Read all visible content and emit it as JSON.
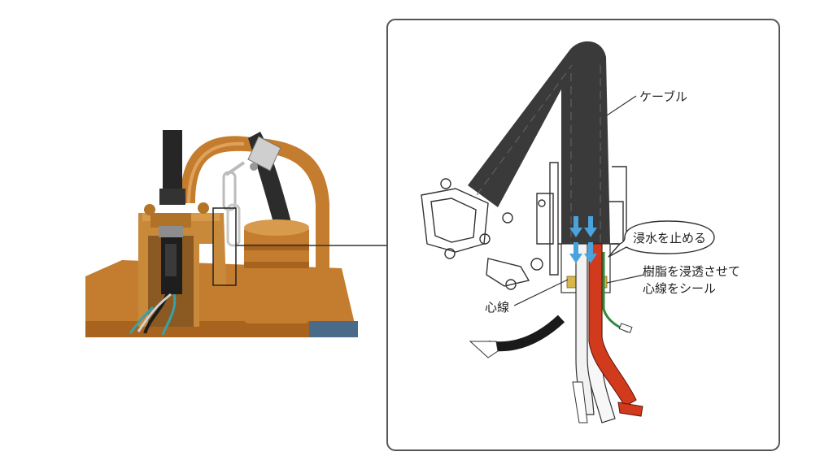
{
  "labels": {
    "cable": "ケーブル",
    "stop_water": "浸水を止める",
    "resin_line1": "樹脂を浸透させて",
    "resin_line2": "心線をシール",
    "core_wire": "心線"
  },
  "colors": {
    "pump_orange": "#c9822f",
    "cable_dark": "#3b3b3b",
    "core_red": "#d23a1e",
    "water_arrow": "#4aa3dc",
    "resin_yellow": "#d7b64a",
    "frame": "#555555"
  }
}
